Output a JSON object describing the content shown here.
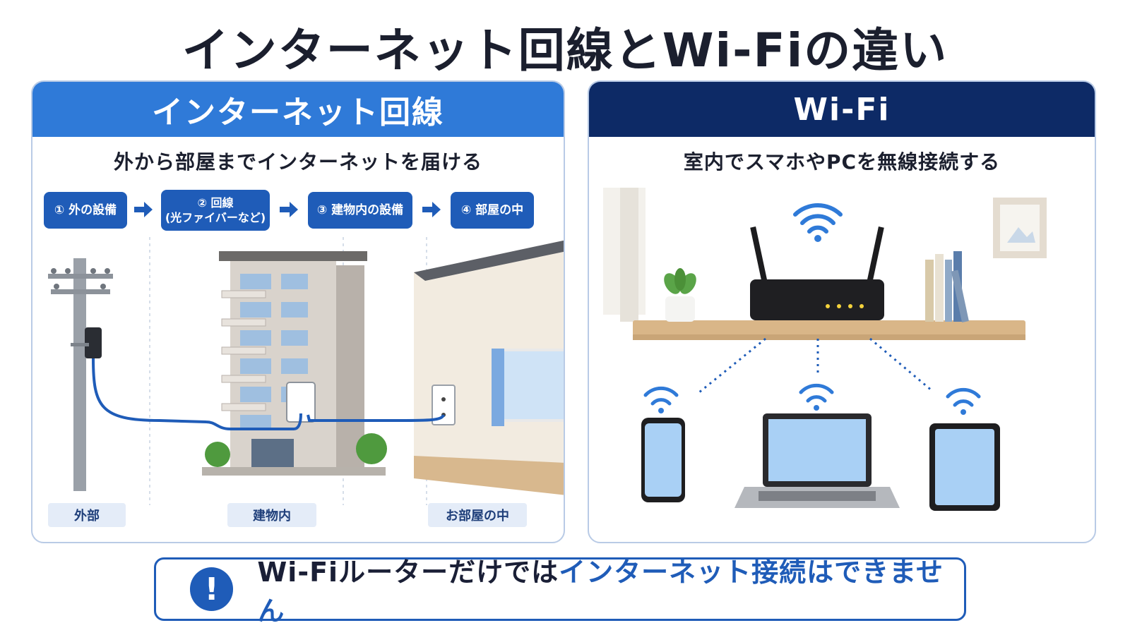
{
  "title": "インターネット回線とWi-Fiの違い",
  "left_panel": {
    "header": "インターネット回線",
    "subtitle": "外から部屋までインターネットを届ける",
    "steps": [
      {
        "label": "① 外の設備"
      },
      {
        "line1": "② 回線",
        "line2": "(光ファイバーなど)"
      },
      {
        "label": "③ 建物内の設備"
      },
      {
        "label": "④ 部屋の中"
      }
    ],
    "tags": [
      "外部",
      "建物内",
      "お部屋の中"
    ]
  },
  "right_panel": {
    "header": "Wi-Fi",
    "subtitle": "室内でスマホやPCを無線接続する"
  },
  "notice": {
    "part1": "Wi-Fiルーターだけでは",
    "part2": "インターネット接続はできません",
    "icon": "exclamation-icon"
  },
  "colors": {
    "left_header": "#2f7ad8",
    "right_header": "#0d2a66",
    "accent": "#1f5cb8"
  }
}
